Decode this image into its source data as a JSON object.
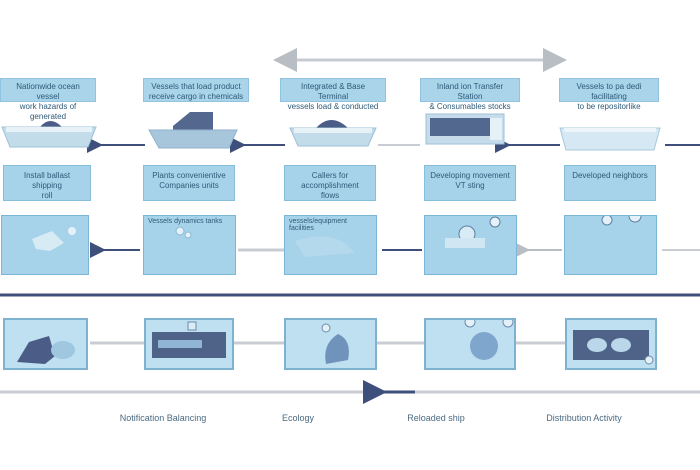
{
  "top_labels": [
    "Nationwide ocean vessel\nwork hazards of generated",
    "Vessels that load product\nreceive cargo in chemicals",
    "Integrated & Base Terminal\nvessels load & conducted",
    "Inland ion Transfer Station\n& Consumables stocks",
    "Vessels to pa dedi facilitating\nto be repositorlike"
  ],
  "mid_labels": [
    "Install ballast shipping\nroll",
    "Plants convenientive\nCompanies units",
    "Callers for accomplishment\nflows",
    "Developing movement\nVT sting",
    "Developed neighbors"
  ],
  "panel_titles": [
    "",
    "Vessels dynamics tanks",
    "vessels/equipment facilities",
    "",
    ""
  ],
  "footer_labels": [
    "Notification Balancing",
    "Ecology",
    "Reloaded ship",
    "Distribution Activity"
  ],
  "colors": {
    "box": "#a9d4ea",
    "arrow": "#3d4f7a",
    "line": "#c9cdd3"
  }
}
